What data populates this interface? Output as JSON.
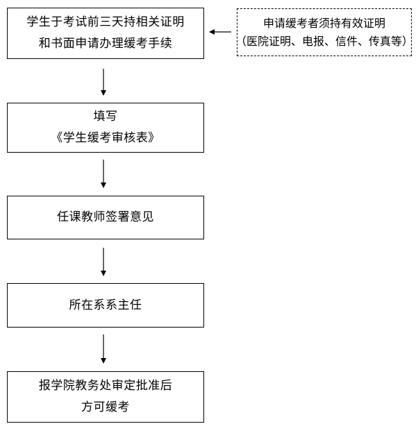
{
  "flowchart": {
    "steps": [
      {
        "lines": [
          "学生于考试前三天持相关证明",
          "和书面申请办理缓考手续"
        ]
      },
      {
        "lines": [
          "填写",
          "《学生缓考审核表》"
        ]
      },
      {
        "lines": [
          "任课教师签署意见"
        ]
      },
      {
        "lines": [
          "所在系系主任"
        ]
      },
      {
        "lines": [
          "报学院教务处审定批准后",
          "方可缓考"
        ]
      }
    ],
    "note": {
      "lines": [
        "申请缓考者须持有效证明",
        "（医院证明、电报、信件、传真等）"
      ]
    }
  },
  "colors": {
    "border": "#000000",
    "background": "#ffffff",
    "text": "#000000"
  }
}
